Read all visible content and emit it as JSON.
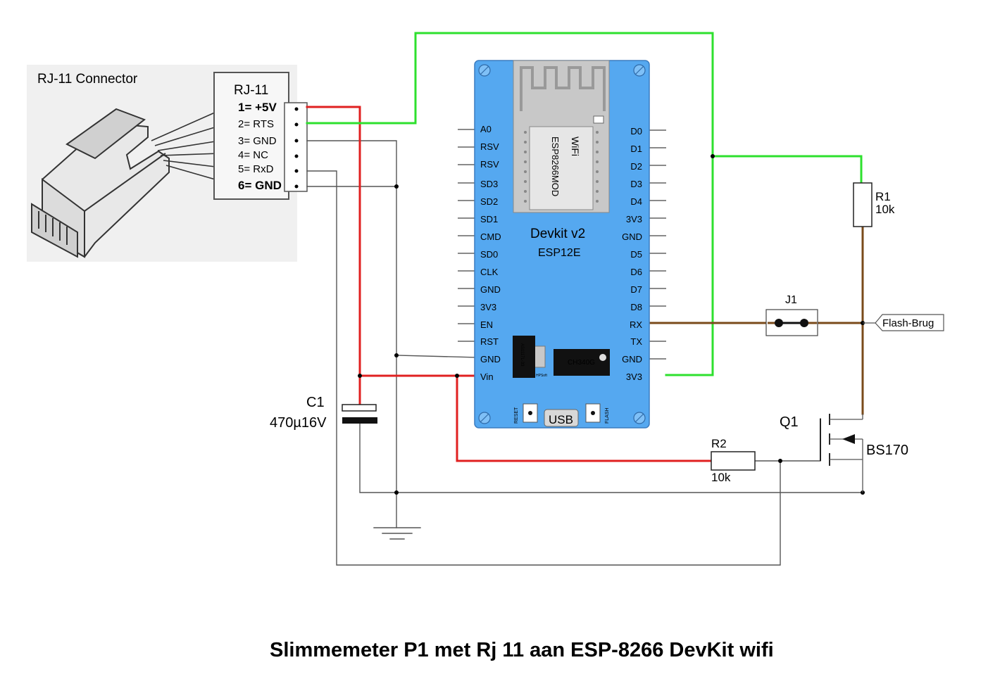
{
  "title": "Slimmemeter P1 met Rj 11 aan ESP-8266 DevKit wifi",
  "rj11_photo": {
    "caption": "RJ-11 Connector",
    "header": "RJ-11",
    "pins": [
      "1= +5V",
      "2= RTS",
      "3= GND",
      "4= NC",
      "5= RxD",
      "6= GND"
    ]
  },
  "board": {
    "name": "Devkit v2",
    "model": "ESP12E",
    "module_top": "WiFi",
    "module_bottom": "ESP8266MOD",
    "left_pins": [
      "A0",
      "RSV",
      "RSV",
      "SD3",
      "SD2",
      "SD1",
      "CMD",
      "SD0",
      "CLK",
      "GND",
      "3V3",
      "EN",
      "RST",
      "GND",
      "Vin"
    ],
    "right_pins": [
      "D0",
      "D1",
      "D2",
      "D3",
      "D4",
      "3V3",
      "GND",
      "D5",
      "D6",
      "D7",
      "D8",
      "RX",
      "TX",
      "GND",
      "3V3"
    ],
    "usb_label": "USB",
    "reset_label": "RESET",
    "flash_label": "FLASH",
    "chip_label": "CH340G",
    "regulator_label": "AS1117L-33",
    "regulator_brand": "HPSoft"
  },
  "components": {
    "c1_name": "C1",
    "c1_value": "470µ16V",
    "r1_name": "R1",
    "r1_value": "10k",
    "r2_name": "R2",
    "r2_value": "10k",
    "j1_name": "J1",
    "q1_name": "Q1",
    "q1_value": "BS170",
    "flag": "Flash-Brug"
  },
  "colors": {
    "board_blue": "#55a8f0",
    "wire_red": "#e02020",
    "wire_green": "#2ee02e",
    "wire_brown": "#7a4a1a",
    "wire_black": "#555555"
  }
}
